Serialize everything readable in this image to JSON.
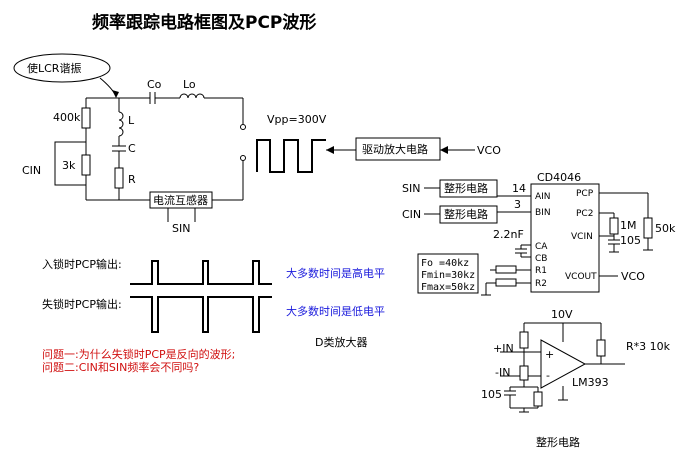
{
  "title": "频率跟踪电路框图及PCP波形",
  "top_circuit": {
    "callout": "使LCR谐振",
    "labels": {
      "co": "Co",
      "lo": "Lo",
      "r400k": "400k",
      "l": "L",
      "c": "C",
      "r": "R",
      "r3k": "3k",
      "cin": "CIN",
      "vpp": "Vpp=300V",
      "sin": "SIN",
      "vco": "VCO"
    },
    "boxes": {
      "ct": "电流互感器",
      "driver": "驱动放大电路"
    }
  },
  "cd4046": {
    "chip": "CD4046",
    "left_pins": [
      "AIN",
      "BIN",
      "CA",
      "CB",
      "R1",
      "R2"
    ],
    "right_pins": [
      "PCP",
      "PC2",
      "VCIN",
      "VCOUT"
    ],
    "pin_numbers": [
      "14",
      "3"
    ],
    "inputs": [
      "SIN",
      "CIN"
    ],
    "shaper_label": "整形电路",
    "cap": "2.2nF",
    "r1m": "1M",
    "c105": "105",
    "r50k": "50k",
    "vco_out": "VCO",
    "freq": [
      "Fo  =40kz",
      "Fmin=30kz",
      "Fmax=50kz"
    ]
  },
  "waves": {
    "locked_label": "入锁时PCP输出:",
    "unlocked_label": "失锁时PCP输出:",
    "locked_note": "大多数时间是高电平",
    "unlocked_note": "大多数时间是低电平",
    "amp": "D类放大器"
  },
  "questions": [
    "问题一:为什么失锁时PCP是反向的波形;",
    "问题二:CIN和SIN频率会不同吗?"
  ],
  "comparator": {
    "v10": "10V",
    "plus_in": "+IN",
    "minus_in": "-IN",
    "plus": "+",
    "minus": "-",
    "chip": "LM393",
    "r3": "R*3 10k",
    "c105": "105",
    "caption": "整形电路"
  }
}
